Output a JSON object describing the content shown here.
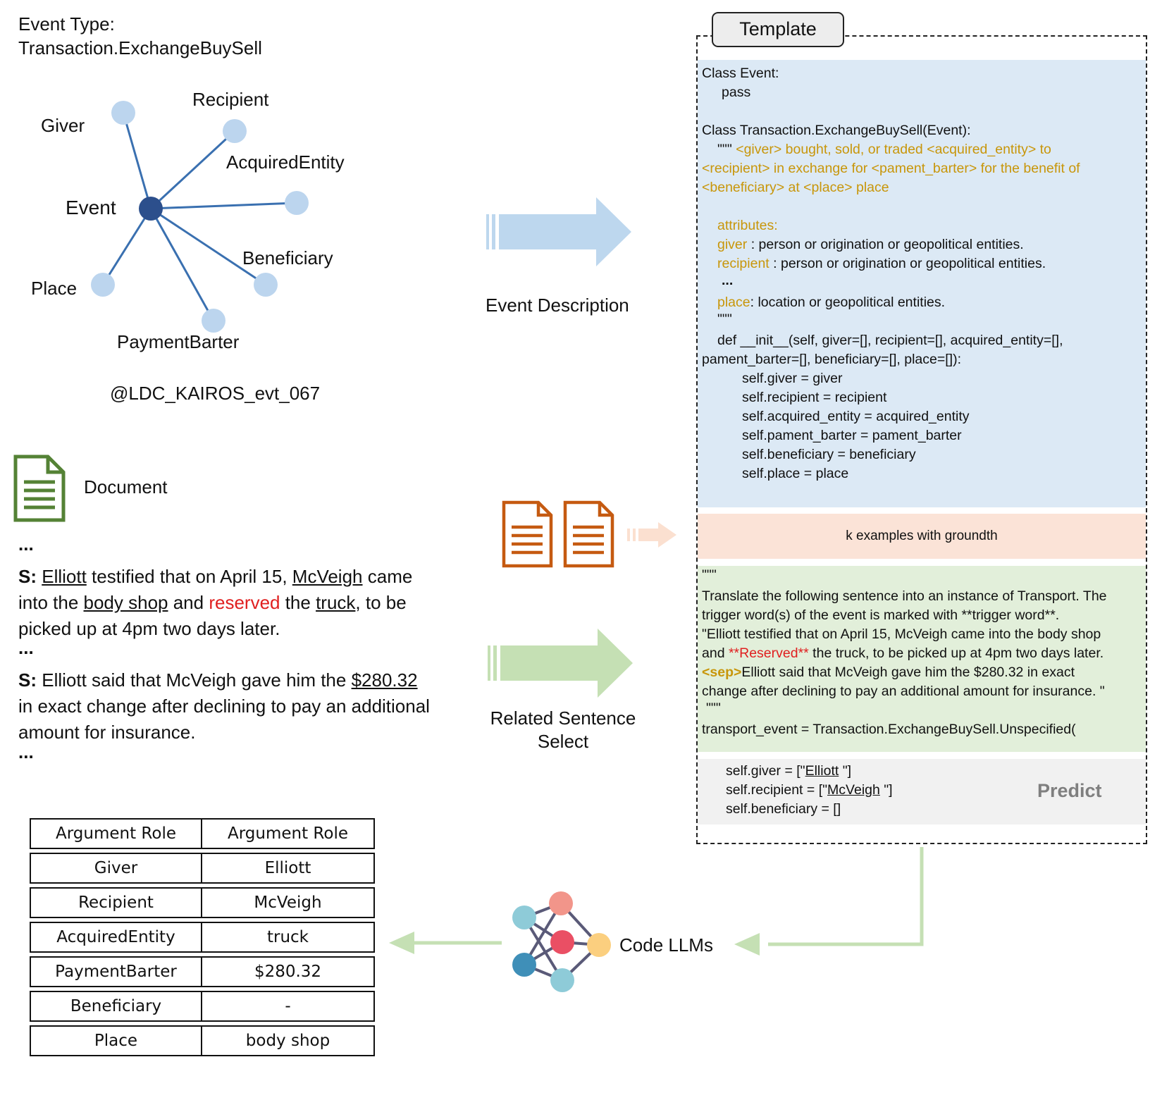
{
  "event_type": {
    "line1": "Event Type:",
    "line2": "Transaction.ExchangeBuySell"
  },
  "graph": {
    "center_label": "Event",
    "roles": [
      "Giver",
      "Recipient",
      "AcquiredEntity",
      "Beneficiary",
      "Place",
      "PaymentBarter"
    ],
    "source": "@LDC_KAIROS_evt_067"
  },
  "document": {
    "label": "Document",
    "ellipsis": "...",
    "s_prefix": "S:",
    "s1": {
      "p1": "Elliott",
      "p2": " testified that on April 15, ",
      "p3": "McVeigh",
      "p4": " came",
      "p5": "into the ",
      "p6": "body shop",
      "p7": " and ",
      "p8": "reserved",
      "p9": " the ",
      "p10": "truck",
      "p11": ", to be",
      "p12": "picked up at 4pm two days later."
    },
    "s2": {
      "p1": " Elliott said that McVeigh gave him the ",
      "p2": "$280.32",
      "p3": "in exact change after declining to pay an additional",
      "p4": "amount for insurance."
    }
  },
  "arrows": {
    "event_description": "Event  Description",
    "related_line1": "Related Sentence",
    "related_line2": "Select"
  },
  "template": {
    "tab": "Template",
    "blue": {
      "l1": "Class Event:",
      "l2": "pass",
      "l3": "Class Transaction.ExchangeBuySell(Event):",
      "l4a": "\"\"\" ",
      "l4b": "<giver> bought, sold, or traded <acquired_entity> to",
      "l5": "<recipient> in exchange for <pament_barter> for the benefit of",
      "l6": "<beneficiary> at <place> place",
      "l7": "attributes:",
      "l8a": "giver",
      "l8b": " : person or origination or geopolitical entities.",
      "l9a": "recipient",
      "l9b": " : person or origination or geopolitical entities.",
      "l10": "...",
      "l11a": "place",
      "l11b": ": location or  geopolitical entities.",
      "l12": "\"\"\"",
      "l13": "def __init__(self, giver=[], recipient=[], acquired_entity=[],",
      "l14": "pament_barter=[], beneficiary=[], place=[]):",
      "l15": "self.giver = giver",
      "l16": "self.recipient = recipient",
      "l17": "self.acquired_entity =  acquired_entity",
      "l18": "self.pament_barter = pament_barter",
      "l19": "self.beneficiary = beneficiary",
      "l20": "self.place = place"
    },
    "pink": "k examples with groundth",
    "green": {
      "l1": "\"\"\"",
      "l2": "Translate the following sentence into an instance of Transport. The",
      "l3": "trigger word(s) of the event is marked with **trigger word**.",
      "l4": "\"Elliott testified that on April 15, McVeigh came into the body shop",
      "l5a": "and ",
      "l5b": "**Reserved**",
      "l5c": " the truck, to be picked up at 4pm two days later.",
      "l6a": "<sep>",
      "l6b": "Elliott said that McVeigh gave him the $280.32 in exact",
      "l7": "change after declining to pay an additional amount for insurance. \"",
      "l8": "\"\"\"",
      "l9": "transport_event = Transaction.ExchangeBuySell.Unspecified("
    },
    "gray": {
      "l1a": "self.giver = [\"",
      "l1b": "Elliott",
      "l1c": " \"]",
      "l2a": "self.recipient =  [\"",
      "l2b": "McVeigh",
      "l2c": " \"]",
      "l3": "self.beneficiary = []"
    },
    "predict": "Predict"
  },
  "llm_label": "Code LLMs",
  "table": {
    "header": [
      "Argument Role",
      "Argument Role"
    ],
    "rows": [
      [
        "Giver",
        "Elliott"
      ],
      [
        "Recipient",
        "McVeigh"
      ],
      [
        "AcquiredEntity",
        "truck"
      ],
      [
        "PaymentBarter",
        "$280.32"
      ],
      [
        "Beneficiary",
        "-"
      ],
      [
        "Place",
        "body shop"
      ]
    ]
  },
  "colors": {
    "graph_edge": "#3a70b0",
    "graph_center": "#2c4f8c",
    "graph_node": "#bcd5ee",
    "blue_arrow": "#bdd7ee",
    "green_arrow": "#c5e0b4",
    "orange_doc": "#c55a11",
    "green_doc": "#548235"
  }
}
